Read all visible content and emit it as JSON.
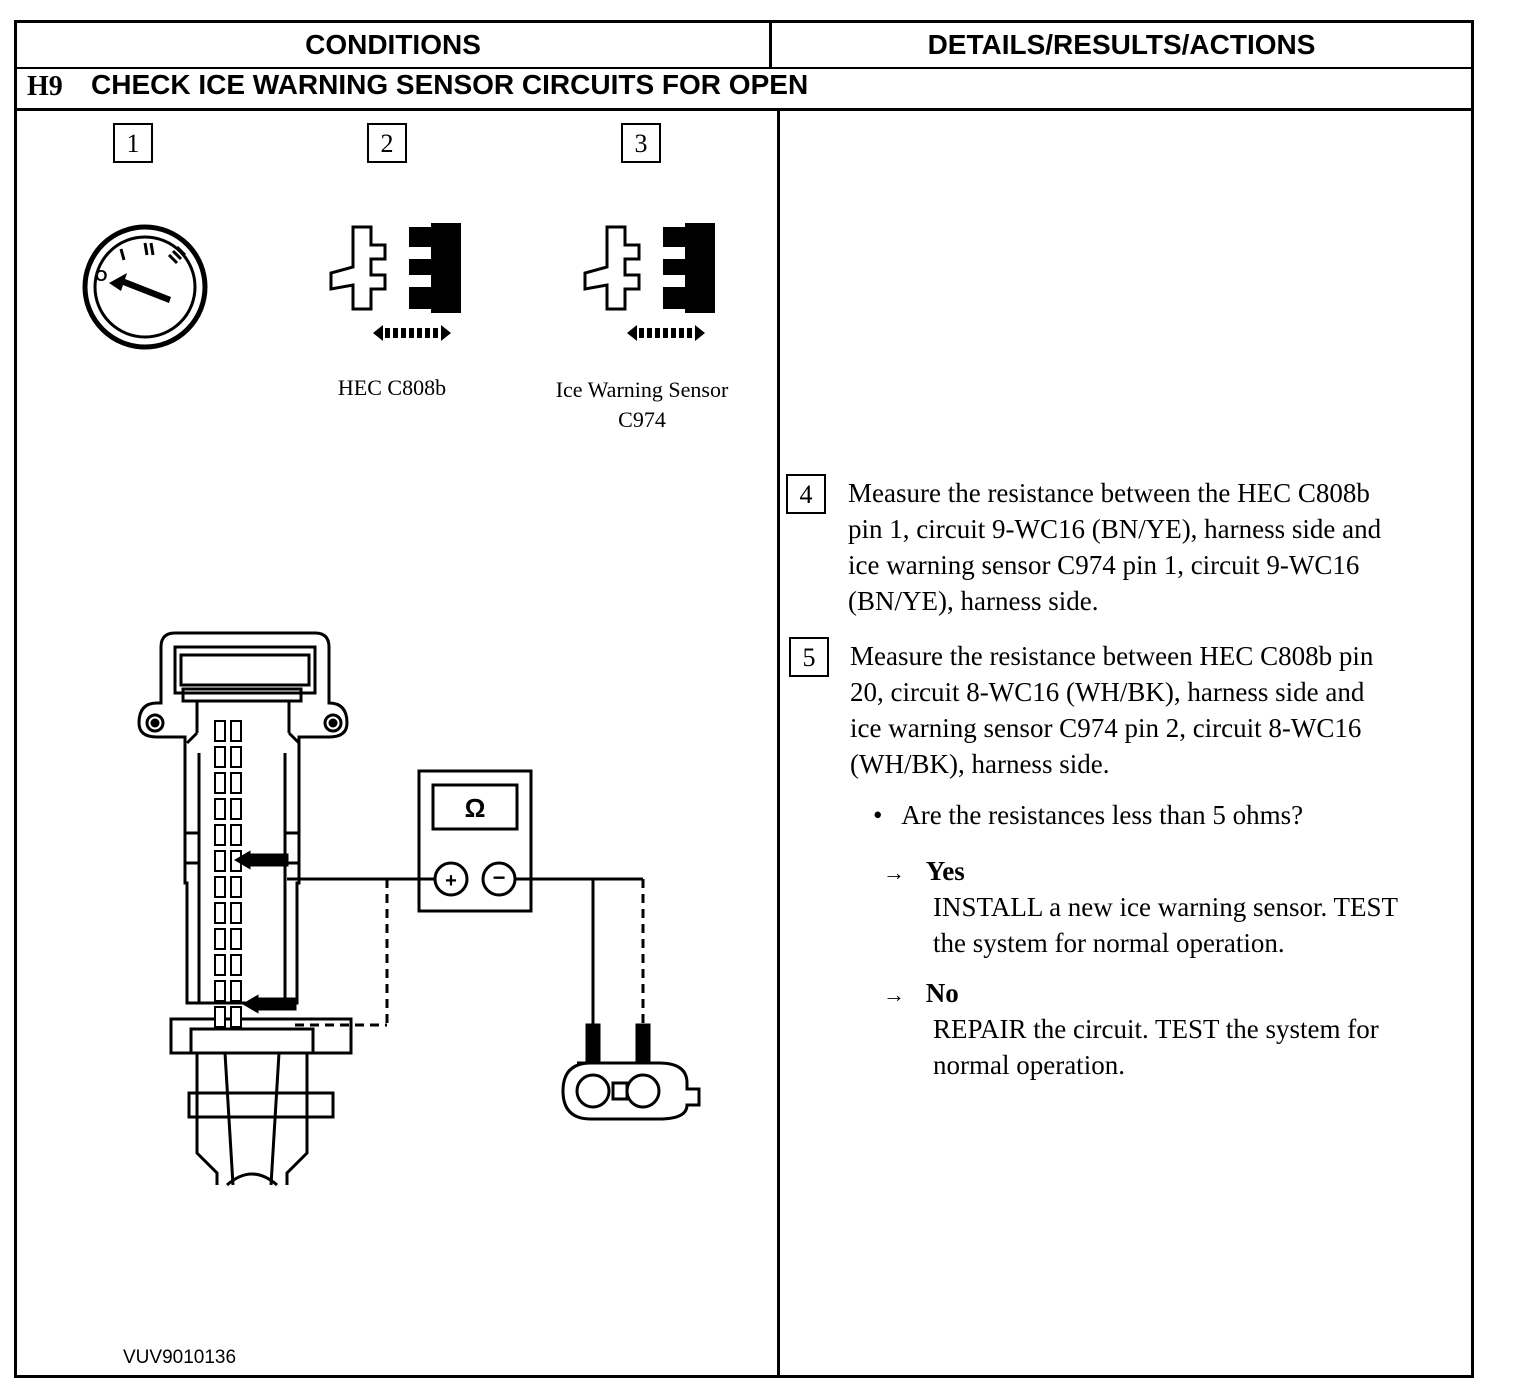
{
  "header": {
    "conditions": "CONDITIONS",
    "details": "DETAILS/RESULTS/ACTIONS"
  },
  "step": {
    "id": "H9",
    "title": "CHECK ICE WARNING SENSOR CIRCUITS FOR OPEN"
  },
  "conditions": {
    "steps": [
      {
        "num": "1",
        "icon": "ignition-switch-off-icon"
      },
      {
        "num": "2",
        "icon": "connector-disconnect-icon",
        "caption": "HEC C808b"
      },
      {
        "num": "3",
        "icon": "connector-disconnect-icon",
        "caption_line1": "Ice Warning Sensor",
        "caption_line2": "C974"
      }
    ],
    "meter_symbol": "Ω",
    "figure_id": "VUV9010136"
  },
  "actions": {
    "step4": {
      "num": "4",
      "lines": [
        "Measure the resistance between the HEC C808b",
        "pin 1, circuit 9-WC16 (BN/YE), harness side and",
        "ice warning sensor C974 pin 1, circuit 9-WC16",
        "(BN/YE), harness side."
      ]
    },
    "step5": {
      "num": "5",
      "lines": [
        "Measure the resistance between HEC C808b pin",
        "20, circuit 8-WC16 (WH/BK), harness side and",
        "ice warning sensor C974 pin 2, circuit 8-WC16",
        "(WH/BK), harness side."
      ]
    },
    "question": "Are the resistances less than 5 ohms?",
    "yes": {
      "label": "Yes",
      "lines": [
        "INSTALL a new ice warning sensor. TEST",
        "the system for normal operation."
      ]
    },
    "no": {
      "label": "No",
      "lines": [
        "REPAIR the circuit. TEST the system for",
        "normal operation."
      ]
    }
  }
}
